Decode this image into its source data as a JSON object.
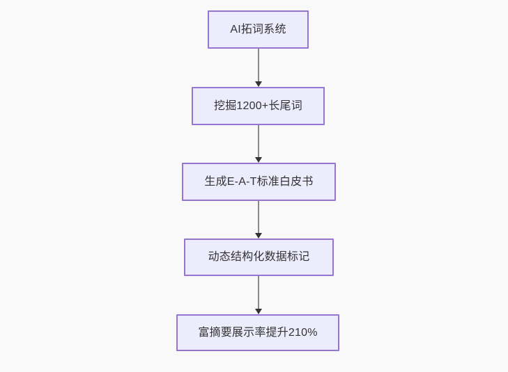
{
  "diagram": {
    "type": "flowchart",
    "direction": "top-to-bottom",
    "background_color": "#f9f9f9",
    "node_fill_color": "#ececfd",
    "node_border_color": "#9575d4",
    "node_text_color": "#333333",
    "edge_line_color": "#8a8a8a",
    "edge_arrow_color": "#333333",
    "nodes": [
      {
        "id": "n1",
        "label": "AI拓词系统"
      },
      {
        "id": "n2",
        "label": "挖掘1200+长尾词"
      },
      {
        "id": "n3",
        "label": "生成E-A-T标准白皮书"
      },
      {
        "id": "n4",
        "label": "动态结构化数据标记"
      },
      {
        "id": "n5",
        "label": "富摘要展示率提升210%"
      }
    ],
    "edges": [
      {
        "from": "n1",
        "to": "n2"
      },
      {
        "from": "n2",
        "to": "n3"
      },
      {
        "from": "n3",
        "to": "n4"
      },
      {
        "from": "n4",
        "to": "n5"
      }
    ]
  }
}
